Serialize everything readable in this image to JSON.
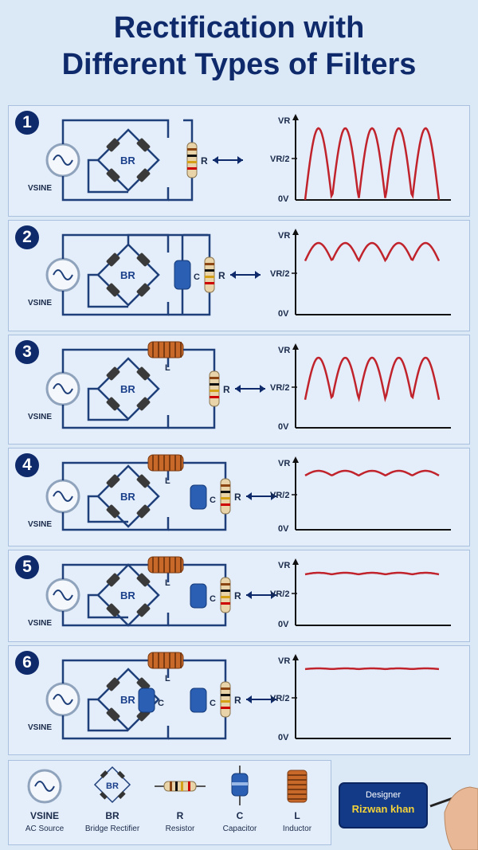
{
  "title": {
    "line1": "Rectification with",
    "line2": "Different Types of Filters"
  },
  "labels": {
    "vsine": "VSINE",
    "br": "BR",
    "r": "R",
    "c": "C",
    "l": "L",
    "axis_vr": "VR",
    "axis_half": "VR/2",
    "axis_zero": "0V"
  },
  "panels": [
    {
      "number": "1",
      "filter": "none",
      "output_ripple": 1.0
    },
    {
      "number": "2",
      "filter": "C",
      "output_ripple": 0.25
    },
    {
      "number": "3",
      "filter": "L",
      "output_ripple": 0.6
    },
    {
      "number": "4",
      "filter": "LC",
      "output_ripple": 0.08
    },
    {
      "number": "5",
      "filter": "LC",
      "output_ripple": 0.03
    },
    {
      "number": "6",
      "filter": "CLC",
      "output_ripple": 0.01
    }
  ],
  "legend": [
    {
      "name": "VSINE",
      "desc": "AC Source",
      "icon": "ac-source-icon"
    },
    {
      "name": "BR",
      "desc": "Bridge Rectifier",
      "icon": "bridge-rectifier-icon"
    },
    {
      "name": "R",
      "desc": "Resistor",
      "icon": "resistor-icon"
    },
    {
      "name": "C",
      "desc": "Capacitor",
      "icon": "capacitor-icon"
    },
    {
      "name": "L",
      "desc": "Inductor",
      "icon": "inductor-icon"
    }
  ],
  "designer": {
    "role": "Designer",
    "name": "Rizwan khan"
  },
  "colors": {
    "wire": "#1f3f7a",
    "waveform": "#c0232b",
    "badge": "#0f2a6b",
    "title": "#0f2a6b"
  }
}
